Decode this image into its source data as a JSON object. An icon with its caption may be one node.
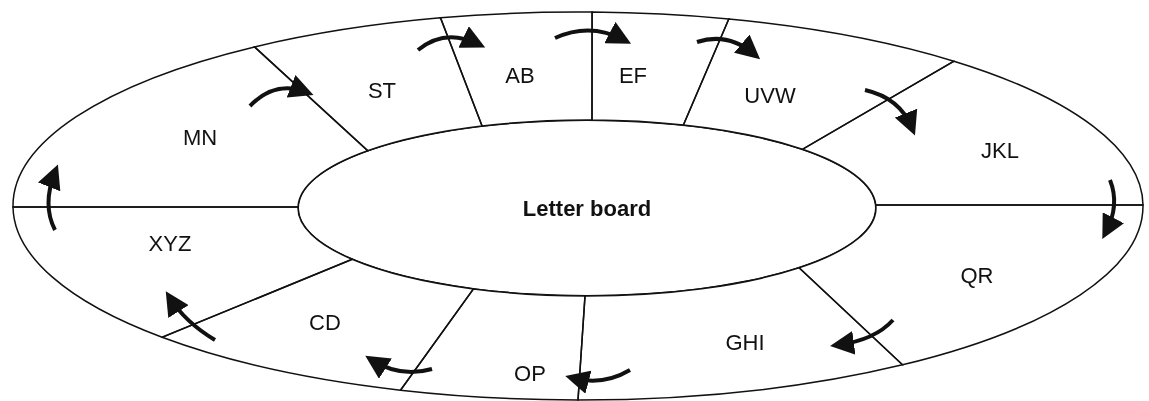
{
  "diagram": {
    "nodes": [
      {
        "text": [
          "Letter board"
        ]
      },
      {
        "text": [
          "MN"
        ]
      },
      {
        "text": [
          "ST"
        ]
      },
      {
        "text": [
          "AB"
        ]
      },
      {
        "text": [
          "EF"
        ]
      },
      {
        "text": [
          "UVW"
        ]
      },
      {
        "text": [
          "JKL"
        ]
      },
      {
        "text": [
          "QR"
        ]
      },
      {
        "text": [
          "GHI"
        ]
      },
      {
        "text": [
          "OP"
        ]
      },
      {
        "text": [
          "CD"
        ]
      },
      {
        "text": [
          "XYZ"
        ]
      }
    ],
    "edges": [
      {
        "from": 1,
        "to": 2,
        "arrow": "to"
      },
      {
        "from": 2,
        "to": 3,
        "arrow": "to"
      },
      {
        "from": 3,
        "to": 4,
        "arrow": "to"
      },
      {
        "from": 4,
        "to": 5,
        "arrow": "to"
      },
      {
        "from": 5,
        "to": 6,
        "arrow": "to"
      },
      {
        "from": 6,
        "to": 7,
        "arrow": "to"
      },
      {
        "from": 7,
        "to": 8,
        "arrow": "to"
      },
      {
        "from": 8,
        "to": 9,
        "arrow": "to"
      },
      {
        "from": 9,
        "to": 10,
        "arrow": "to"
      },
      {
        "from": 10,
        "to": 11,
        "arrow": "to"
      },
      {
        "from": 11,
        "to": 1,
        "arrow": "to"
      }
    ]
  }
}
